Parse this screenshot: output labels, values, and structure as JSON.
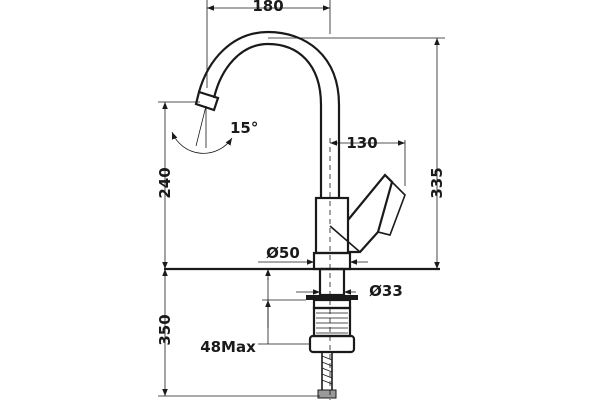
{
  "dimensions": {
    "spout_reach": "180",
    "handle_reach": "130",
    "total_height": "335",
    "spout_height": "240",
    "below_deck": "350",
    "spout_angle": "15°",
    "base_diameter": "Ø50",
    "shank_diameter": "Ø33",
    "deck_thickness": "48Max"
  }
}
